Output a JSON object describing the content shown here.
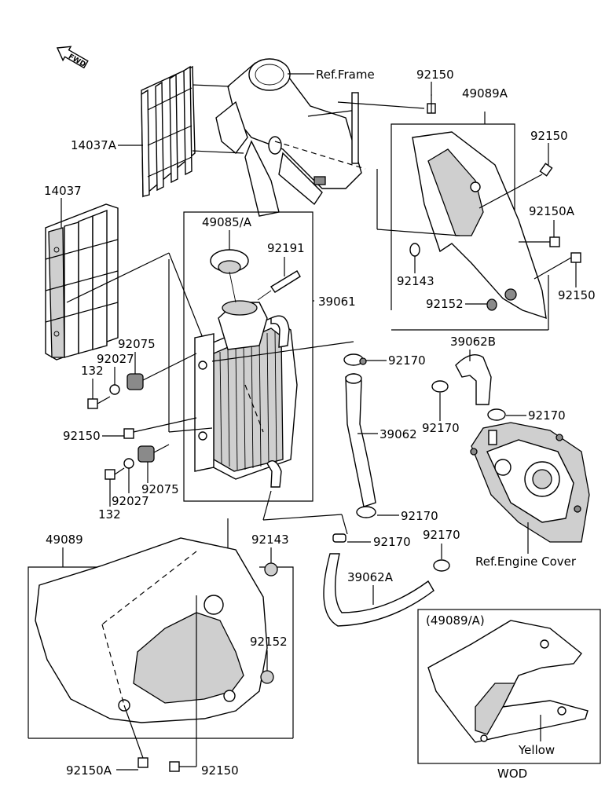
{
  "callouts": {
    "fwd": "FWD",
    "ref_frame": "Ref.Frame",
    "p14037A": "14037A",
    "p14037": "14037",
    "p92150_top": "92150",
    "p49089A": "49089A",
    "p92150_r1": "92150",
    "p92150A_r": "92150A",
    "p92143_r": "92143",
    "p92152_r": "92152",
    "p92150_r2": "92150",
    "p49085A": "49085/A",
    "p92191": "92191",
    "p39061": "39061",
    "p92075_a": "92075",
    "p92027_a": "92027",
    "p132_a": "132",
    "p92150_l": "92150",
    "p92075_b": "92075",
    "p92027_b": "92027",
    "p132_b": "132",
    "p92170_a": "92170",
    "p39062B": "39062B",
    "p92170_b": "92170",
    "p92170_c": "92170",
    "p39062": "39062",
    "p92170_d": "92170",
    "p92170_e": "92170",
    "p92170_f": "92170",
    "p39062A": "39062A",
    "ref_engine": "Ref.Engine Cover",
    "p49089": "49089",
    "p92143_b": "92143",
    "p92152_b": "92152",
    "p92150A_b": "92150A",
    "p92150_b": "92150",
    "inset_title": "(49089/A)",
    "yellow": "Yellow",
    "wod": "WOD"
  }
}
